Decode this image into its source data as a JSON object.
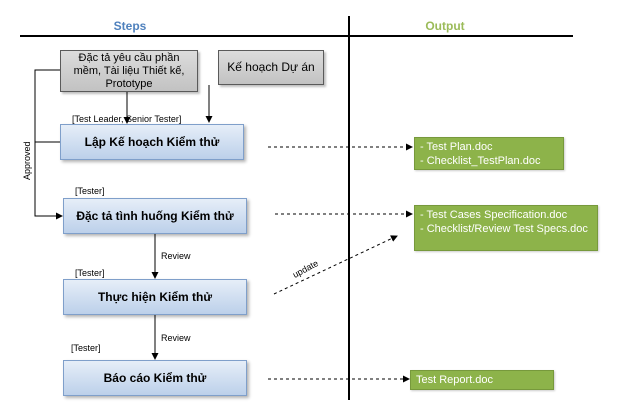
{
  "headers": {
    "steps": "Steps",
    "output": "Output"
  },
  "inputs": {
    "requirements": "Đặc tả yêu cầu phần mềm, Tài liệu Thiết kế, Prototype",
    "project_plan": "Kế hoạch Dự án"
  },
  "steps": [
    {
      "role": "[Test Leader, Senior Tester]",
      "label": "Lập Kế hoạch Kiểm thử"
    },
    {
      "role": "[Tester]",
      "label": "Đặc tả tình huống Kiểm thử"
    },
    {
      "role": "[Tester]",
      "label": "Thực hiện Kiểm thử"
    },
    {
      "role": "[Tester]",
      "label": "Báo cáo Kiểm thử"
    }
  ],
  "outputs": [
    {
      "lines": [
        "- Test Plan.doc",
        "- Checklist_TestPlan.doc"
      ]
    },
    {
      "lines": [
        "- Test Cases Specification.doc",
        "- Checklist/Review  Test Specs.doc"
      ]
    },
    {
      "lines": [
        "Test Report.doc"
      ]
    }
  ],
  "connector_labels": {
    "approved": "Approved",
    "review_1": "Review",
    "review_2": "Review",
    "update": "update"
  }
}
